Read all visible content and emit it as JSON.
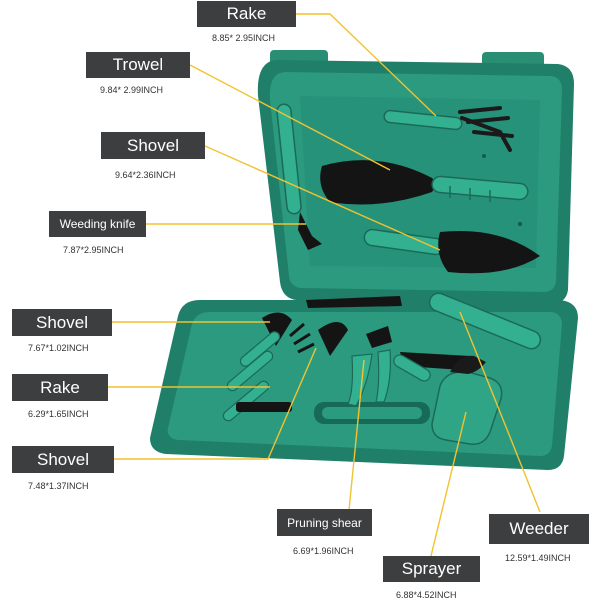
{
  "colors": {
    "case_green": "#2b9a7f",
    "case_dark": "#1b6a58",
    "case_light": "#46b396",
    "metal": "#1a1a1a",
    "leader": "#f2c230",
    "label_bg": "#3d3e40"
  },
  "callouts": [
    {
      "id": "rake-large",
      "name": "Rake",
      "size": "8.85* 2.95INCH"
    },
    {
      "id": "trowel",
      "name": "Trowel",
      "size": "9.84* 2.99INCH"
    },
    {
      "id": "shovel-large",
      "name": "Shovel",
      "size": "9.64*2.36INCH"
    },
    {
      "id": "weeding-knife",
      "name": "Weeding knife",
      "size": "7.87*2.95INCH"
    },
    {
      "id": "shovel-small-1",
      "name": "Shovel",
      "size": "7.67*1.02INCH"
    },
    {
      "id": "rake-small",
      "name": "Rake",
      "size": "6.29*1.65INCH"
    },
    {
      "id": "shovel-small-2",
      "name": "Shovel",
      "size": "7.48*1.37INCH"
    },
    {
      "id": "pruning-shear",
      "name": "Pruning shear",
      "size": "6.69*1.96INCH"
    },
    {
      "id": "weeder",
      "name": "Weeder",
      "size": "12.59*1.49INCH"
    },
    {
      "id": "sprayer",
      "name": "Sprayer",
      "size": "6.88*4.52INCH"
    }
  ]
}
